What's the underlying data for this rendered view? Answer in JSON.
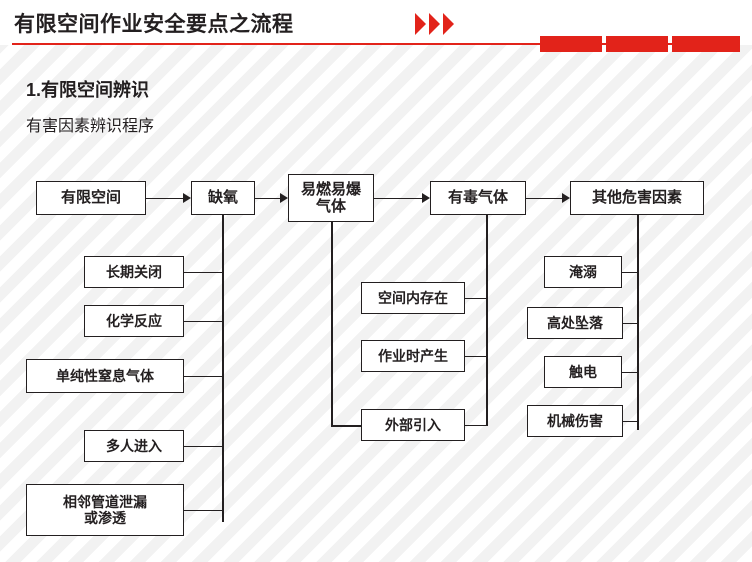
{
  "header": {
    "title": "有限空间作业安全要点之流程",
    "chevron_icon": "double-chevron-right-icon",
    "accent_color": "#e2231a"
  },
  "section": {
    "title": "1.有限空间辨识",
    "subtitle": "有害因素辨识程序"
  },
  "diagram": {
    "type": "flowchart",
    "top_chain": [
      {
        "id": "n1",
        "label": "有限空间"
      },
      {
        "id": "n2",
        "label": "缺氧"
      },
      {
        "id": "n3",
        "label": "易燃易爆\n气体"
      },
      {
        "id": "n4",
        "label": "有毒气体"
      },
      {
        "id": "n5",
        "label": "其他危害因素"
      }
    ],
    "top_chain_labels": {
      "n1": "有限空间",
      "n2": "缺氧",
      "n3_line1": "易燃易爆",
      "n3_line2": "气体",
      "n4": "有毒气体",
      "n5": "其他危害因素"
    },
    "branch_oxygen": {
      "parent": "缺氧",
      "items": [
        "长期关闭",
        "化学反应",
        "单纯性窒息气体",
        "多人进入",
        "相邻管道泄漏或渗透"
      ],
      "items_text": {
        "i0": "长期关闭",
        "i1": "化学反应",
        "i2": "单纯性窒息气体",
        "i3": "多人进入",
        "i4_line1": "相邻管道泄漏",
        "i4_line2": "或渗透"
      }
    },
    "branch_flammable": {
      "parent": "易燃易爆气体",
      "items": [
        "空间内存在",
        "作业时产生",
        "外部引入"
      ],
      "items_text": {
        "i0": "空间内存在",
        "i1": "作业时产生",
        "i2": "外部引入"
      }
    },
    "branch_other": {
      "parent": "其他危害因素",
      "items": [
        "淹溺",
        "高处坠落",
        "触电",
        "机械伤害"
      ],
      "items_text": {
        "i0": "淹溺",
        "i1": "高处坠落",
        "i2": "触电",
        "i3": "机械伤害"
      }
    },
    "colors": {
      "stroke": "#231f20",
      "fill": "#ffffff"
    }
  }
}
